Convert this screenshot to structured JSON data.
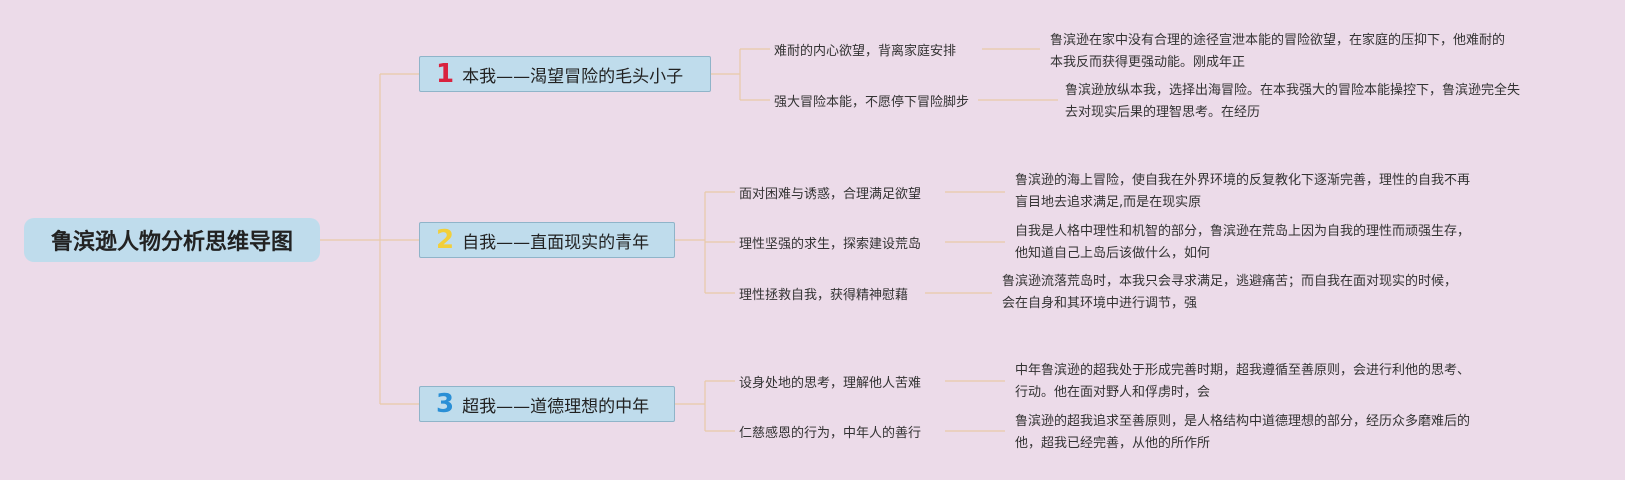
{
  "root": {
    "title": "鲁滨逊人物分析思维导图"
  },
  "colors": {
    "background": "#ecdbe9",
    "node": "#bfdcec",
    "line": "#e8c9a8"
  },
  "branches": [
    {
      "num": "1",
      "num_color": "#d9233f",
      "label": "本我——渴望冒险的毛头小子",
      "subs": [
        {
          "label": "难耐的内心欲望，背离家庭安排",
          "detail": [
            "鲁滨逊在家中没有合理的途径宣泄本能的冒险欲望，在家庭的压抑下，他难耐的",
            "本我反而获得更强动能。刚成年正"
          ]
        },
        {
          "label": "强大冒险本能，不愿停下冒险脚步",
          "detail": [
            "鲁滨逊放纵本我，选择出海冒险。在本我强大的冒险本能操控下，鲁滨逊完全失",
            "去对现实后果的理智思考。在经历"
          ]
        }
      ]
    },
    {
      "num": "2",
      "num_color": "#f2cf3a",
      "label": "自我——直面现实的青年",
      "subs": [
        {
          "label": "面对困难与诱惑，合理满足欲望",
          "detail": [
            "鲁滨逊的海上冒险，使自我在外界环境的反复教化下逐渐完善，理性的自我不再",
            "盲目地去追求满足,而是在现实原"
          ]
        },
        {
          "label": "理性坚强的求生，探索建设荒岛",
          "detail": [
            "自我是人格中理性和机智的部分，鲁滨逊在荒岛上因为自我的理性而顽强生存，",
            "他知道自己上岛后该做什么，如何"
          ]
        },
        {
          "label": "理性拯救自我，获得精神慰藉",
          "detail": [
            "鲁滨逊流落荒岛时，本我只会寻求满足，逃避痛苦；而自我在面对现实的时候，",
            "会在自身和其环境中进行调节，强"
          ]
        }
      ]
    },
    {
      "num": "3",
      "num_color": "#2a8fd6",
      "label": "超我——道德理想的中年",
      "subs": [
        {
          "label": "设身处地的思考，理解他人苦难",
          "detail": [
            "中年鲁滨逊的超我处于形成完善时期，超我遵循至善原则，会进行利他的思考、",
            "行动。他在面对野人和俘虏时，会"
          ]
        },
        {
          "label": "仁慈感恩的行为，中年人的善行",
          "detail": [
            "鲁滨逊的超我追求至善原则，是人格结构中道德理想的部分，经历众多磨难后的",
            "他，超我已经完善，从他的所作所"
          ]
        }
      ]
    }
  ]
}
